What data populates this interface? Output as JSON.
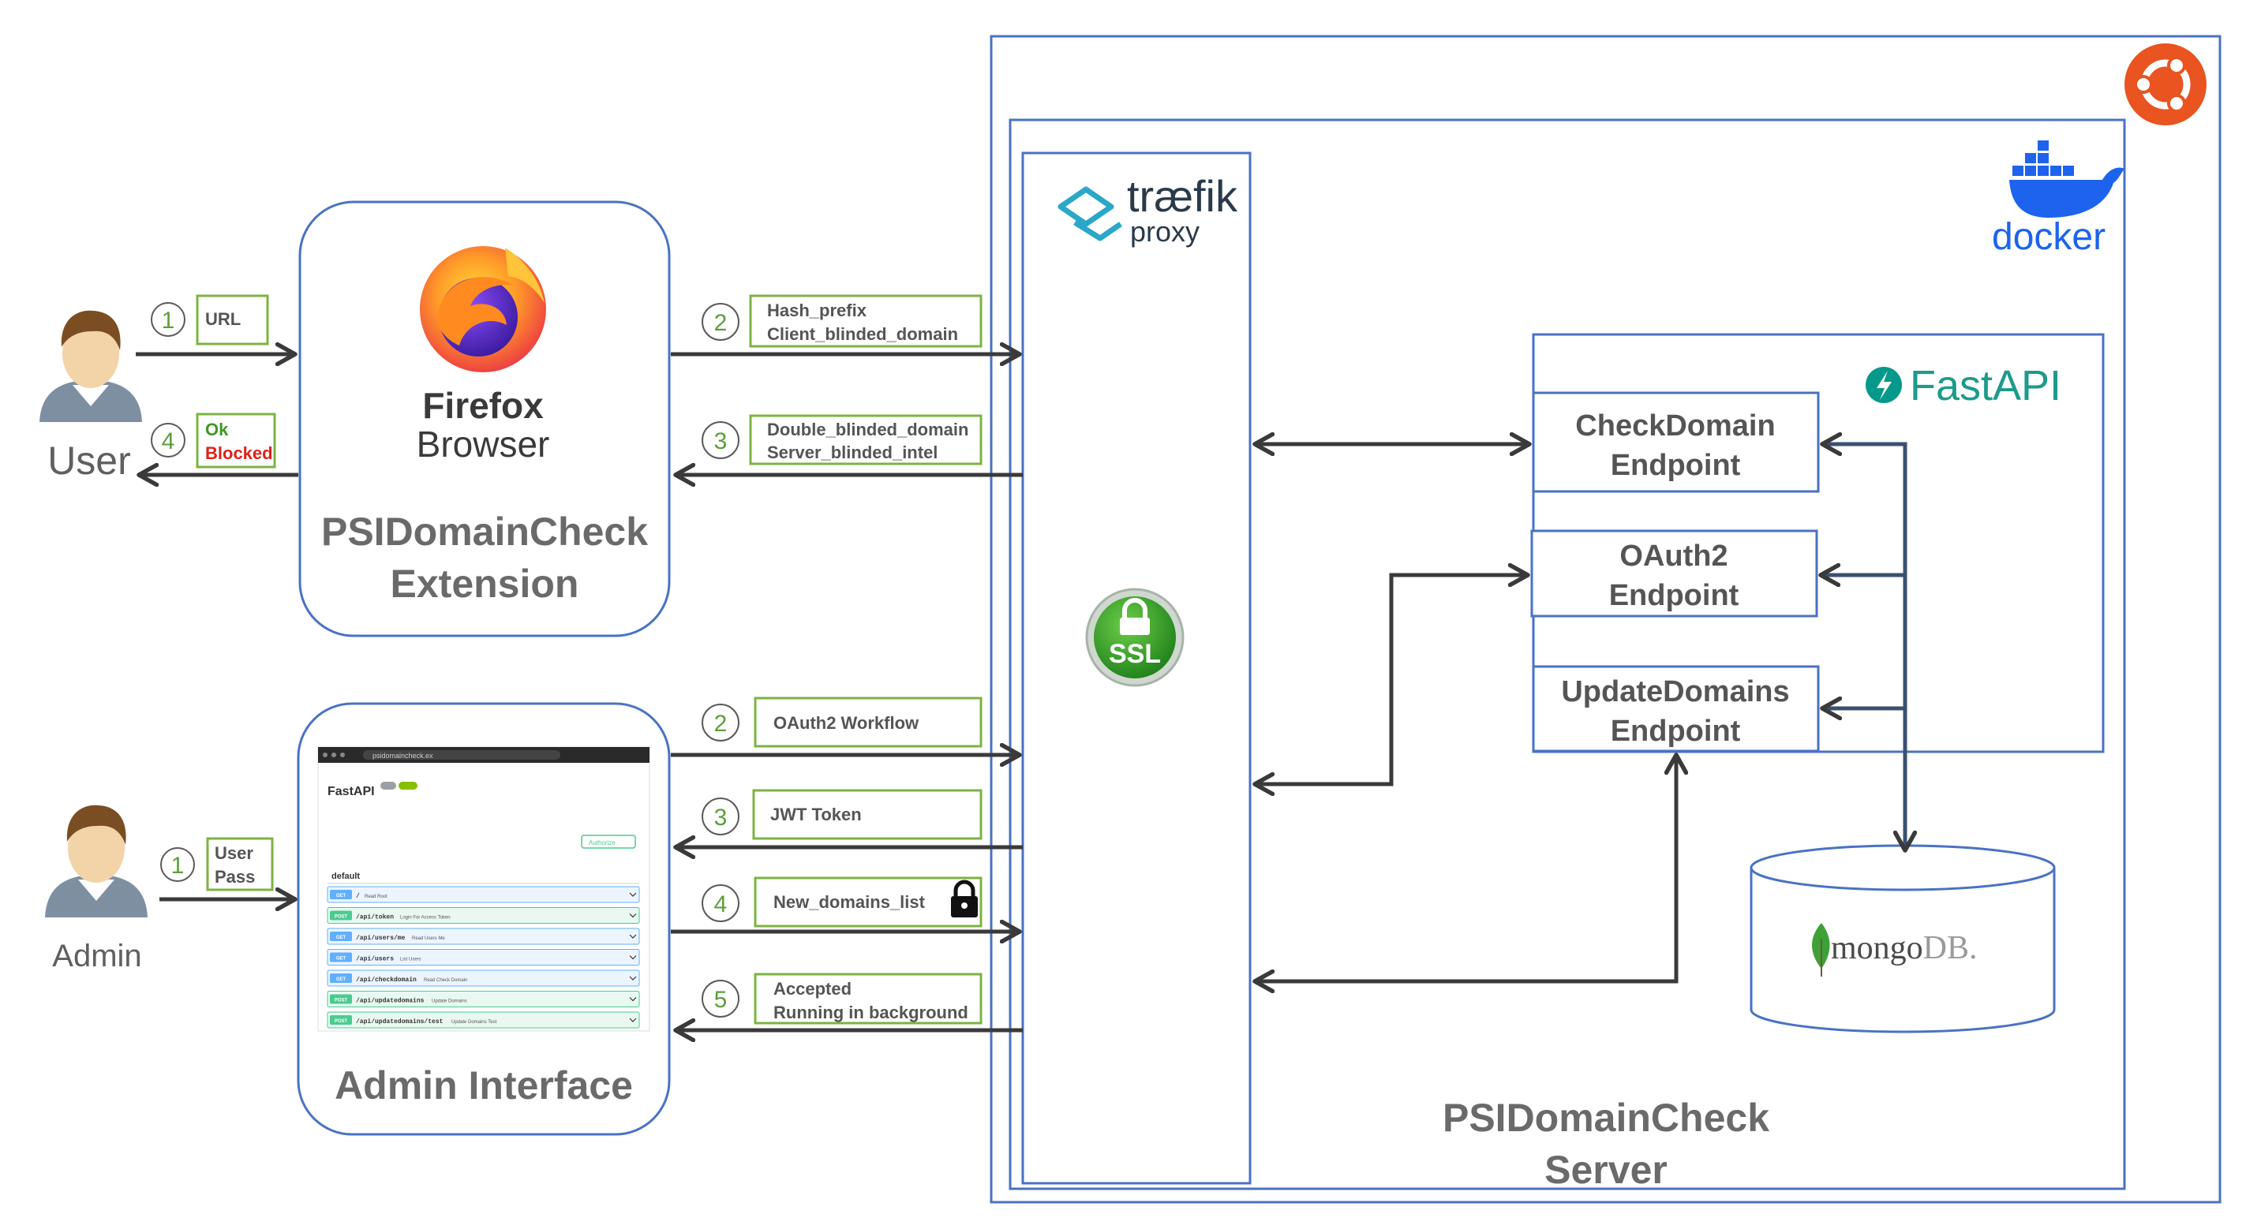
{
  "actors": {
    "user": "User",
    "admin": "Admin"
  },
  "extension": {
    "logo_word1": "Firefox",
    "logo_word2": "Browser",
    "title_line1": "PSIDomainCheck",
    "title_line2": "Extension"
  },
  "admin_interface": {
    "title": "Admin Interface",
    "mini_screenshot": {
      "app_name": "FastAPI",
      "url": "psidomaincheck.ex",
      "authorize": "Authorize",
      "section": "default",
      "routes": [
        {
          "method": "GET",
          "path": "/",
          "summary": "Read Root",
          "color": "#61affe"
        },
        {
          "method": "POST",
          "path": "/api/token",
          "summary": "Login For Access Token",
          "color": "#49cc90"
        },
        {
          "method": "GET",
          "path": "/api/users/me",
          "summary": "Read Users Me",
          "color": "#61affe"
        },
        {
          "method": "GET",
          "path": "/api/users",
          "summary": "List Users",
          "color": "#61affe"
        },
        {
          "method": "GET",
          "path": "/api/checkdomain",
          "summary": "Read Check Domain",
          "color": "#61affe"
        },
        {
          "method": "POST",
          "path": "/api/updatedomains",
          "summary": "Update Domains",
          "color": "#49cc90"
        },
        {
          "method": "POST",
          "path": "/api/updatedomains/test",
          "summary": "Update Domains Test",
          "color": "#49cc90"
        }
      ]
    }
  },
  "user_flow": {
    "step1": {
      "num": "1",
      "label": "URL"
    },
    "step2": {
      "num": "2",
      "line1": "Hash_prefix",
      "line2": "Client_blinded_domain"
    },
    "step3": {
      "num": "3",
      "line1": "Double_blinded_domain",
      "line2": "Server_blinded_intel"
    },
    "step4": {
      "num": "4",
      "line1": "Ok",
      "line2": "Blocked"
    }
  },
  "admin_flow": {
    "step1": {
      "num": "1",
      "line1": "User",
      "line2": "Pass"
    },
    "step2": {
      "num": "2",
      "label": "OAuth2 Workflow"
    },
    "step3": {
      "num": "3",
      "label": "JWT Token"
    },
    "step4": {
      "num": "4",
      "label": "New_domains_list"
    },
    "step5": {
      "num": "5",
      "line1": "Accepted",
      "line2": "Running in background"
    }
  },
  "server": {
    "title_line1": "PSIDomainCheck",
    "title_line2": "Server",
    "proxy_word": "træfik",
    "proxy_sub": "proxy",
    "ssl": "SSL",
    "docker": "docker",
    "fastapi": "FastAPI",
    "endpoints": {
      "checkdomain": {
        "line1": "CheckDomain",
        "line2": "Endpoint"
      },
      "oauth2": {
        "line1": "OAuth2",
        "line2": "Endpoint"
      },
      "updatedomains": {
        "line1": "UpdateDomains",
        "line2": "Endpoint"
      }
    },
    "database": {
      "part1": "mongo",
      "part2": "DB",
      "suffix": "."
    }
  },
  "colors": {
    "frame_blue": "#4a72c4",
    "label_green": "#7cb342",
    "ubuntu_orange": "#e95420",
    "ssl_green": "#3f9a2d",
    "docker_blue": "#1d63ed",
    "fastapi_teal": "#05998b",
    "arrow": "#3a3a3a"
  },
  "icons": [
    "user-avatar-icon",
    "admin-avatar-icon",
    "firefox-logo-icon",
    "traefik-logo-icon",
    "ssl-lock-icon",
    "docker-whale-icon",
    "fastapi-bolt-icon",
    "ubuntu-logo-icon",
    "mongodb-leaf-icon",
    "padlock-icon"
  ]
}
